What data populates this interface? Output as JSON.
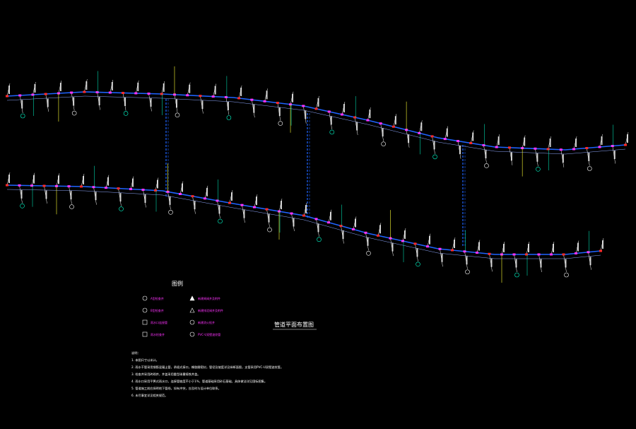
{
  "drawing": {
    "background": "#000000",
    "line_color": "#1f63ff",
    "label_color": "#ffffff",
    "accent_magenta": "#ff33ff",
    "accent_cyan": "#00ffcc",
    "accent_yellow": "#ffff33",
    "accent_red": "#ff2b2b"
  },
  "legend": {
    "title": "图例",
    "items": [
      {
        "symbol": "circle-A-icon",
        "label": "A型检查井",
        "color": "#ff33ff"
      },
      {
        "symbol": "triangle-icon",
        "label": "新建闸阀井及附件",
        "color": "#ff33ff"
      },
      {
        "symbol": "circle-B-icon",
        "label": "B型检查井",
        "color": "#ff33ff"
      },
      {
        "symbol": "triangle-outline-icon",
        "label": "新建排泥阀井及附件",
        "color": "#ff33ff"
      },
      {
        "symbol": "rect-icon",
        "label": "雨水口连接管",
        "color": "#ff33ff"
      },
      {
        "symbol": "circle-line-icon",
        "label": "新建消火栓井",
        "color": "#ff33ff"
      },
      {
        "symbol": "box-hatch-icon",
        "label": "雨水检查井",
        "color": "#ff33ff"
      },
      {
        "symbol": "circle-x-icon",
        "label": "PVC-U双壁波纹管",
        "color": "#ff33ff"
      }
    ]
  },
  "plan_title": "管道平面布置图",
  "notes": {
    "heading": "说明：",
    "lines": [
      "1. 本图尺寸以米计。",
      "2. 雨水干管采用钢筋混凝土管，承插式接口，橡胶圈密封，管径及坡度详见纵断面图，支管采用PVC-U双壁波纹管。",
      "3. 检查井采用砖砌井，井盖采用重型球墨铸铁井盖。",
      "4. 雨水口采用平箅式雨水口，连接管坡度不小于1%，管道基础采用砂石基础，具体做法详见国标图集。",
      "5. 管道施工前应探明地下管线，如有冲突，应及时与设计单位联系。",
      "6. 未尽事宜详见相关规范。"
    ]
  }
}
